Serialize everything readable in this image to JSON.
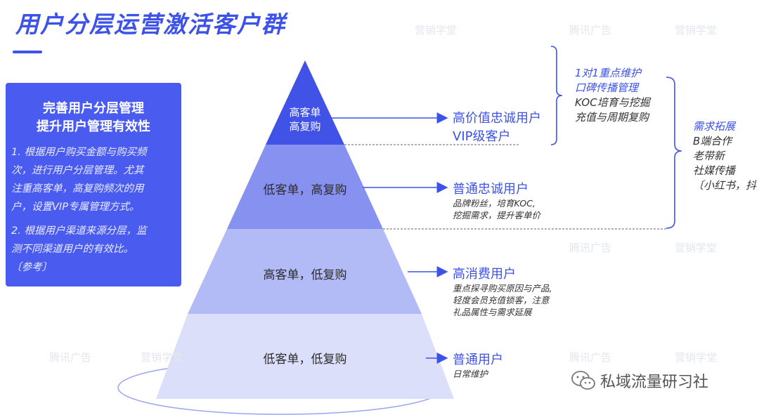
{
  "title": "用户分层运营激活客户群",
  "left_panel": {
    "heading_line1": "完善用户分层管理",
    "heading_line2": "提升用户管理有效性",
    "para1_lines": [
      "1. 根据用户购买金额与购买频",
      "次，进行用户分层管理。尤其",
      "注重高客单，高复购频次的用",
      "户，设置VIP专属管理方式。"
    ],
    "para2_lines": [
      "2. 根据用户渠道来源分层，监",
      "测不同渠道用户的有效比。",
      "〔参考〕"
    ]
  },
  "pyramid": {
    "tiers": [
      {
        "label_line1": "高客单",
        "label_line2": "高复购"
      },
      {
        "label_line1": "低客单，高复购"
      },
      {
        "label_line1": "高客单，低复购"
      },
      {
        "label_line1": "低客单，低复购"
      }
    ],
    "colors": {
      "tier1": "#4152e6",
      "tier2": "#8791f0",
      "tier3": "#b3bbf6",
      "tier4": "#dcdff9"
    }
  },
  "segments": [
    {
      "title_line1": "高价值忠诚用户",
      "title_line2": "VIP级客户",
      "desc": []
    },
    {
      "title_line1": "普通忠诚用户",
      "desc": [
        "品牌粉丝，培育KOC,",
        "挖掘需求，提升客单价"
      ]
    },
    {
      "title_line1": "高消费用户",
      "desc": [
        "重点探寻购买原因与产品,",
        "轻度会员充值锁客，注意",
        "礼品属性与需求延展"
      ]
    },
    {
      "title_line1": "普通用户",
      "desc": [
        "日常维护"
      ]
    }
  ],
  "bracket1": {
    "lines": [
      "1对1重点维护",
      "口碑传播管理",
      "KOC培育与挖掘",
      "充值与周期复购"
    ]
  },
  "bracket2": {
    "lines": [
      "需求拓展",
      "B端合作",
      "老带新",
      "社媒传播",
      "〔小红书，抖"
    ]
  },
  "watermarks": [
    "腾讯广告",
    "营销学堂"
  ],
  "brand": "私域流量研习社",
  "accent_color": "#3d52e8"
}
